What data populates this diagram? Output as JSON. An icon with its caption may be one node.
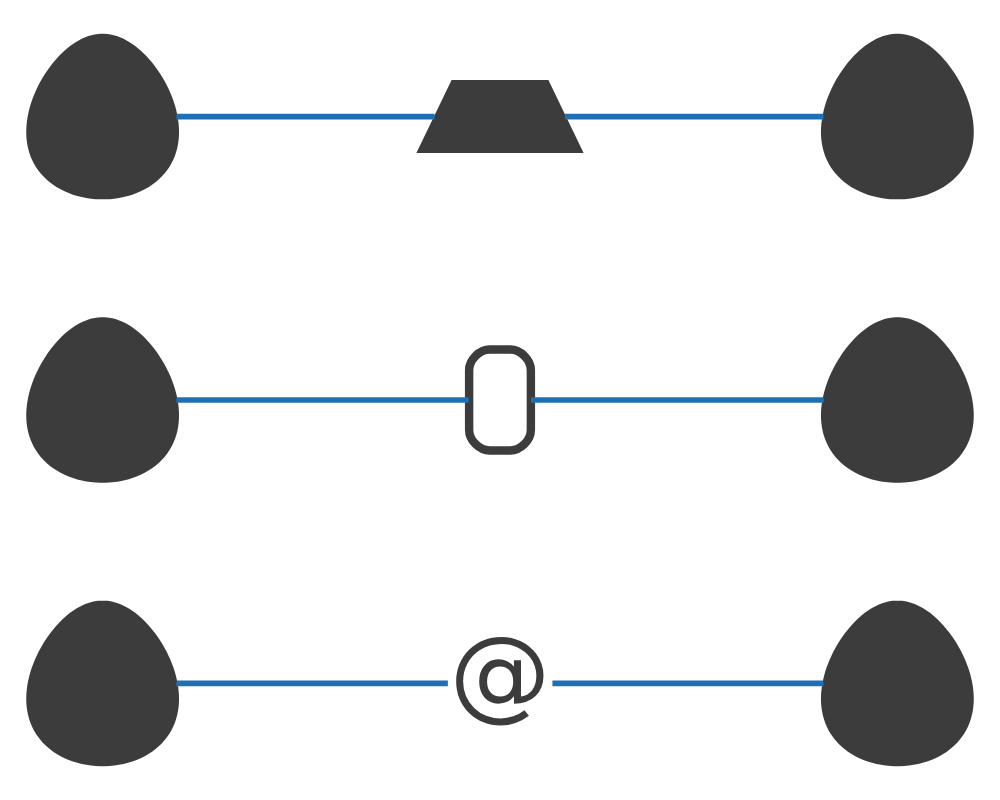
{
  "diagram": {
    "nodes": [
      {
        "text": [],
        "shape": "person"
      },
      {
        "text": [
          "@"
        ]
      },
      {
        "text": [],
        "shape": "person"
      },
      {
        "text": [],
        "shape": "person"
      },
      {
        "text": [],
        "shape": "phone"
      },
      {
        "text": [],
        "shape": "person"
      },
      {
        "text": [],
        "shape": "person"
      },
      {
        "text": [],
        "shape": "laptop"
      },
      {
        "text": [],
        "shape": "person"
      }
    ],
    "edges": [
      {
        "from": 0,
        "to": 1,
        "arrow": "none"
      },
      {
        "from": 1,
        "to": 2,
        "arrow": "none"
      },
      {
        "from": 3,
        "to": 4,
        "arrow": "none"
      },
      {
        "from": 4,
        "to": 5,
        "arrow": "none"
      },
      {
        "from": 6,
        "to": 7,
        "arrow": "none"
      },
      {
        "from": 7,
        "to": 8,
        "arrow": "none"
      }
    ]
  }
}
